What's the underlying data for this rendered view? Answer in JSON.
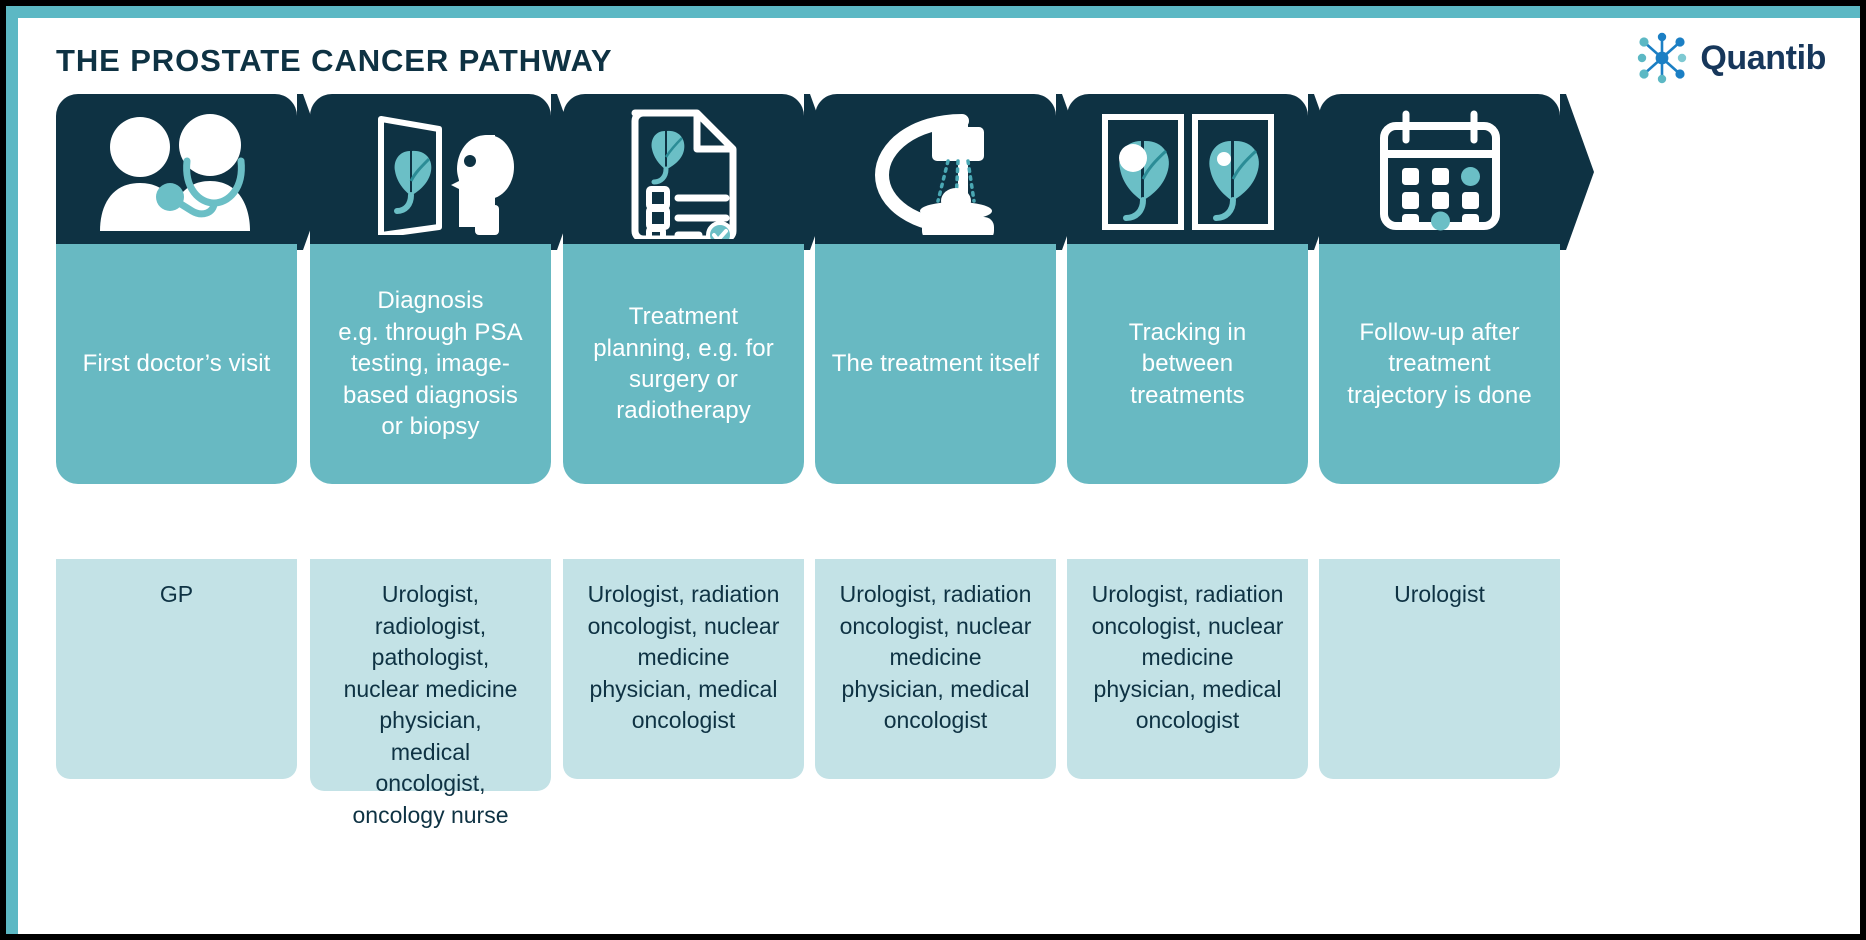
{
  "header": {
    "title": "THE PROSTATE CANCER PATHWAY",
    "brand_name": "Quantib",
    "brand_mark_icon": "molecular-network-icon"
  },
  "colors": {
    "dark_navy": "#0e3243",
    "mid_teal": "#68b9c2",
    "light_teal": "#c3e2e6",
    "accent_teal": "#5cb8c4",
    "icon_teal": "#6bbfc6",
    "brand_blue": "#17375b",
    "logo_blue": "#1b7fc4",
    "logo_teal": "#5cb8c4",
    "white": "#ffffff",
    "frame_black": "#000000"
  },
  "cards": [
    {
      "id": "first-doctors-visit",
      "icon": "doctor-patient-stethoscope-icon",
      "stage": "First doctor’s visit",
      "specialists": "GP"
    },
    {
      "id": "diagnosis",
      "icon": "prostate-scan-viewing-icon",
      "stage": "Diagnosis\ne.g. through PSA\ntesting, image-\nbased diagnosis\nor biopsy",
      "specialists": "Urologist,\nradiologist,\npathologist,\nnuclear medicine\nphysician,\nmedical\noncologist,\noncology nurse"
    },
    {
      "id": "treatment-planning",
      "icon": "treatment-plan-document-icon",
      "stage": "Treatment\nplanning, e.g. for\nsurgery or\nradiotherapy",
      "specialists": "Urologist, radiation\noncologist, nuclear\nmedicine\nphysician, medical\noncologist"
    },
    {
      "id": "the-treatment",
      "icon": "radiotherapy-machine-icon",
      "stage": "The treatment itself",
      "specialists": "Urologist, radiation\noncologist, nuclear\nmedicine\nphysician, medical\noncologist"
    },
    {
      "id": "tracking",
      "icon": "two-prostate-scans-comparison-icon",
      "stage": "Tracking in\nbetween\ntreatments",
      "specialists": "Urologist, radiation\noncologist, nuclear\nmedicine\nphysician, medical\noncologist"
    },
    {
      "id": "follow-up",
      "icon": "calendar-icon",
      "stage": "Follow-up after\ntreatment\ntrajectory is done",
      "specialists": "Urologist"
    }
  ],
  "layout": {
    "card_lefts": [
      14,
      268,
      521,
      773,
      1025,
      1277
    ],
    "card_widths": [
      241,
      241,
      241,
      241,
      241,
      241
    ],
    "mid_heights": [
      240,
      240,
      240,
      240,
      240,
      240
    ],
    "bot_tops": [
      465,
      465,
      465,
      465,
      465,
      465
    ],
    "bot_heights": [
      220,
      232,
      220,
      220,
      220,
      220
    ]
  }
}
